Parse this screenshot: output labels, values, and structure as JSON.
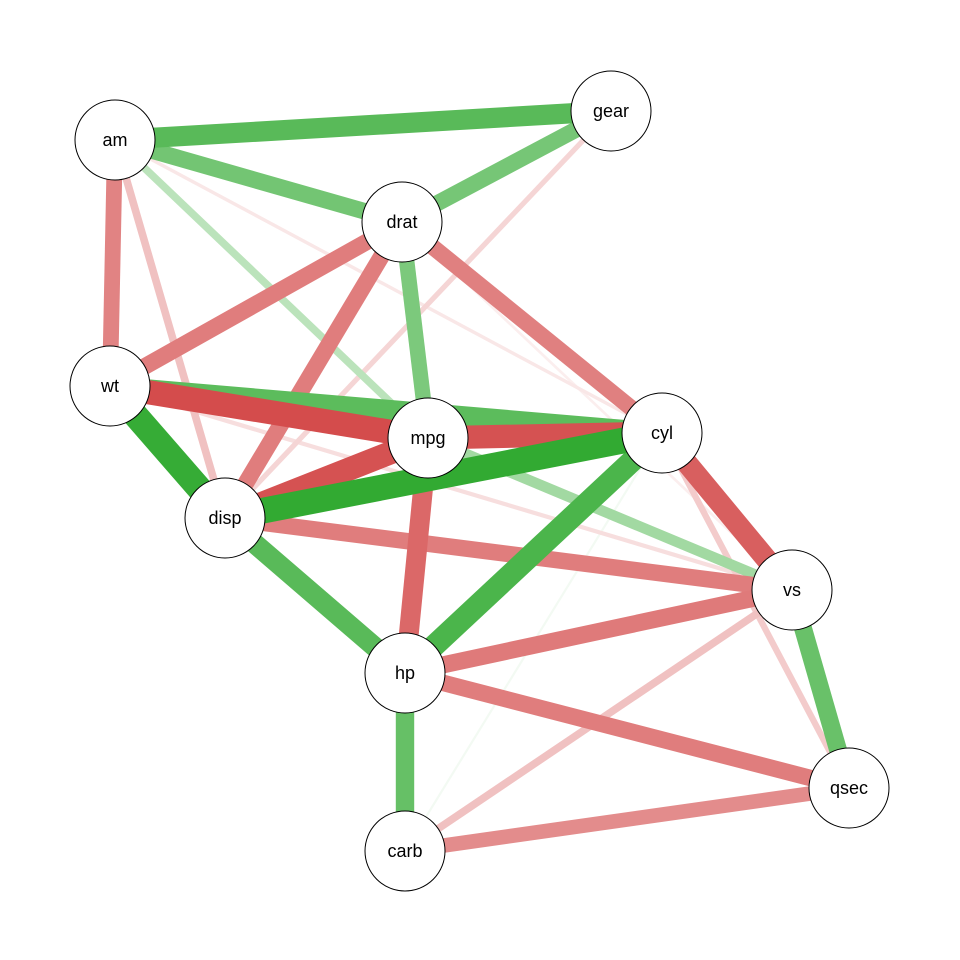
{
  "graph": {
    "nodes": [
      "am",
      "gear",
      "drat",
      "wt",
      "mpg",
      "cyl",
      "disp",
      "vs",
      "hp",
      "qsec",
      "carb"
    ],
    "edges": [
      {
        "from": "am",
        "to": "gear",
        "weight": 0.79
      },
      {
        "from": "am",
        "to": "drat",
        "weight": 0.71
      },
      {
        "from": "gear",
        "to": "drat",
        "weight": 0.7
      },
      {
        "from": "am",
        "to": "wt",
        "weight": -0.69
      },
      {
        "from": "am",
        "to": "disp",
        "weight": -0.45
      },
      {
        "from": "am",
        "to": "mpg",
        "weight": 0.45
      },
      {
        "from": "am",
        "to": "cyl",
        "weight": -0.25
      },
      {
        "from": "gear",
        "to": "disp",
        "weight": -0.35
      },
      {
        "from": "drat",
        "to": "wt",
        "weight": -0.71
      },
      {
        "from": "drat",
        "to": "disp",
        "weight": -0.71
      },
      {
        "from": "drat",
        "to": "mpg",
        "weight": 0.68
      },
      {
        "from": "drat",
        "to": "cyl",
        "weight": -0.7
      },
      {
        "from": "drat",
        "to": "vs",
        "weight": -0.2
      },
      {
        "from": "wt",
        "to": "mpg",
        "weight": -0.87
      },
      {
        "from": "wt",
        "to": "cyl",
        "weight": 0.78
      },
      {
        "from": "wt",
        "to": "disp",
        "weight": 0.89
      },
      {
        "from": "wt",
        "to": "vs",
        "weight": -0.3
      },
      {
        "from": "mpg",
        "to": "cyl",
        "weight": -0.85
      },
      {
        "from": "mpg",
        "to": "disp",
        "weight": -0.85
      },
      {
        "from": "mpg",
        "to": "hp",
        "weight": -0.78
      },
      {
        "from": "mpg",
        "to": "vs",
        "weight": 0.55
      },
      {
        "from": "cyl",
        "to": "disp",
        "weight": 0.9
      },
      {
        "from": "cyl",
        "to": "hp",
        "weight": 0.83
      },
      {
        "from": "cyl",
        "to": "vs",
        "weight": -0.81
      },
      {
        "from": "cyl",
        "to": "qsec",
        "weight": -0.4
      },
      {
        "from": "cyl",
        "to": "carb",
        "weight": 0.15
      },
      {
        "from": "disp",
        "to": "hp",
        "weight": 0.79
      },
      {
        "from": "disp",
        "to": "vs",
        "weight": -0.71
      },
      {
        "from": "hp",
        "to": "vs",
        "weight": -0.72
      },
      {
        "from": "hp",
        "to": "qsec",
        "weight": -0.71
      },
      {
        "from": "hp",
        "to": "carb",
        "weight": 0.75
      },
      {
        "from": "vs",
        "to": "qsec",
        "weight": 0.74
      },
      {
        "from": "vs",
        "to": "carb",
        "weight": -0.45
      },
      {
        "from": "qsec",
        "to": "carb",
        "weight": -0.66
      }
    ]
  },
  "colors": {
    "positive": "#2ca82c",
    "negative": "#d03c3c",
    "node_fill": "#ffffff",
    "node_stroke": "#000000"
  }
}
